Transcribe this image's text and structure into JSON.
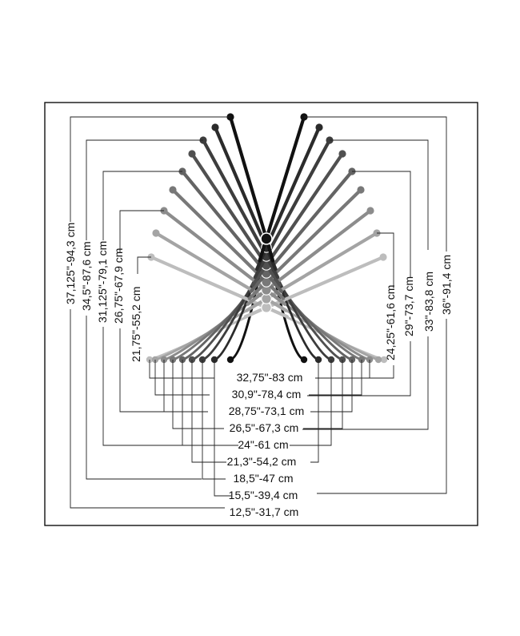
{
  "colors": {
    "background": "#ffffff",
    "frame": "#111111",
    "leader": "#222222",
    "text": "#111111",
    "shades": [
      "#111111",
      "#2b2b2b",
      "#3d3d3d",
      "#505050",
      "#646464",
      "#787878",
      "#8c8c8c",
      "#a4a4a4",
      "#bdbdbd"
    ]
  },
  "labels": {
    "left": [
      "37,125\"-94,3 cm",
      "34,5\"-87,6 cm",
      "31,125\"-79,1 cm",
      "26,75\"-67,9 cm",
      "21,75\"-55,2 cm"
    ],
    "right": [
      "24,25\"-61,6 cm",
      "29\"-73,7 cm",
      "33\"-83,8 cm",
      "36\"-91,4 cm"
    ],
    "bottom": [
      "32,75\"-83 cm",
      "30,9\"-78,4 cm",
      "28,75\"-73,1 cm",
      "26,5\"-67,3 cm",
      "24\"-61 cm",
      "21,3\"-54,2 cm",
      "18,5\"-47 cm",
      "15,5\"-39,4 cm",
      "12,5\"-31,7 cm"
    ]
  }
}
